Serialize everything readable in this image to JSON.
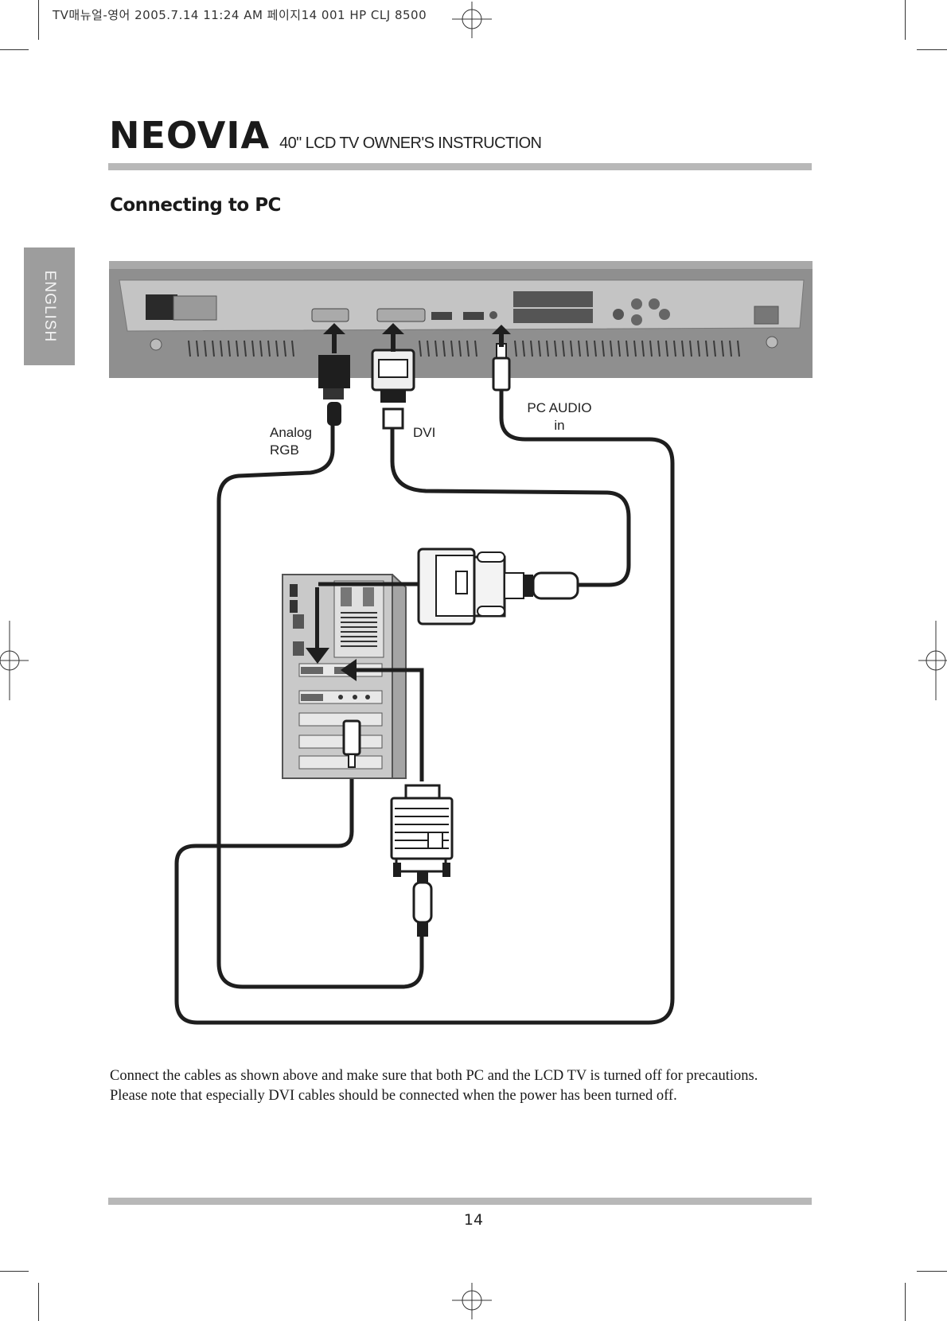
{
  "print_header": "TV매뉴얼-영어  2005.7.14 11:24 AM 페이지14   001 HP CLJ 8500",
  "brand": "NEOVIA",
  "subtitle": "40\" LCD TV OWNER'S INSTRUCTION",
  "side_tab": "ENGLISH",
  "section_title": "Connecting to PC",
  "diagram": {
    "labels": {
      "analog_line1": "Analog",
      "analog_line2": "RGB",
      "dvi": "DVI",
      "pc_audio_line1": "PC AUDIO",
      "pc_audio_line2": "in"
    }
  },
  "body": {
    "line1": "Connect the cables as shown above and make sure that both PC and the LCD TV is turned off for precautions.",
    "line2": "Please note that especially DVI cables should be connected when the power has been turned off."
  },
  "page_number": "14"
}
